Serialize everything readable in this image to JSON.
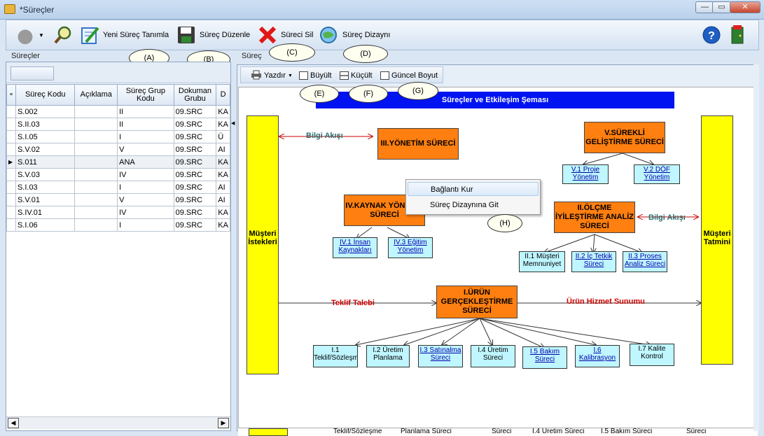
{
  "window": {
    "title": "*Süreçler"
  },
  "toolbar": {
    "new_process": "Yeni Süreç Tanımla",
    "edit_process": "Süreç Düzenle",
    "delete_process": "Süreci Sil",
    "design_process": "Süreç Dizaynı"
  },
  "callouts": [
    "(A)",
    "(B)",
    "(C)",
    "(D)",
    "(E)",
    "(F)",
    "(G)",
    "(H)"
  ],
  "left_panel": {
    "title": "Süreçler",
    "columns": [
      "Süreç Kodu",
      "Açıklama",
      "Süreç Grup Kodu",
      "Dokuman Grubu",
      "D"
    ],
    "rows": [
      [
        "S.002",
        "",
        "II",
        "09.SRC",
        "KA"
      ],
      [
        "S.II.03",
        "",
        "II",
        "09.SRC",
        "KA"
      ],
      [
        "S.I.05",
        "",
        "I",
        "09.SRC",
        "Ü"
      ],
      [
        "S.V.02",
        "",
        "V",
        "09.SRC",
        "AI"
      ],
      [
        "S.011",
        "",
        "ANA",
        "09.SRC",
        "KA"
      ],
      [
        "S.V.03",
        "",
        "IV",
        "09.SRC",
        "KA"
      ],
      [
        "S.I.03",
        "",
        "I",
        "09.SRC",
        "AI"
      ],
      [
        "S.V.01",
        "",
        "V",
        "09.SRC",
        "AI"
      ],
      [
        "S.IV.01",
        "",
        "IV",
        "09.SRC",
        "KA"
      ],
      [
        "S.I.06",
        "",
        "I",
        "09.SRC",
        "KA"
      ]
    ]
  },
  "right_panel": {
    "title": "Süreç",
    "print": "Yazdır",
    "zoom_in": "Büyült",
    "zoom_out": "Küçült",
    "actual_size": "Güncel Boyut"
  },
  "diagram": {
    "title": "Süreçler ve Etkileşim Şeması",
    "left_bar": "Müşteri İstekleri",
    "right_bar": "Müşteri Tatmini",
    "flow_info_left": "Bilgi Akışı",
    "flow_info_right": "Bilgi Akışı",
    "offer_request": "Teklif Talebi",
    "product_service": "Ürün Hizmet Sunumu",
    "management": "III.YÖNETİM SÜRECİ",
    "improvement": "V.SÜREKLİ GELİŞTİRME SÜRECİ",
    "improvement_children": [
      "V.1 Proje Yönetim",
      "V.2 DÖF Yönetim"
    ],
    "resource": "IV.KAYNAK YÖNETİM SÜRECİ",
    "resource_children": [
      "IV.1 İnsan Kaynakları",
      "IV.3 Eğitim Yönetim"
    ],
    "measurement": "II.ÖLÇME İYİLEŞTİRME ANALİZ SÜRECİ",
    "measurement_children": [
      "II.1 Müşteri Memnuniyet",
      "II.2 İç Tetkik Süreci",
      "II.3 Proses Analiz Süreci"
    ],
    "production": "I.ÜRÜN GERÇEKLEŞTİRME SÜRECİ",
    "production_children": [
      "I.1 Teklif/Sözleşme",
      "I.2 Üretim Planlama",
      "I.3 Satınalma Süreci",
      "I.4 Üretim Süreci",
      "I.5 Bakım Süreci",
      "I.6 Kalibrasyon",
      "I.7 Kalite Kontrol"
    ],
    "bottom_strip": [
      "Teklif/Sözleşme",
      "Planlama Süreci",
      "Süreci",
      "I.4 Üretim Süreci",
      "I.5 Bakım Süreci",
      "Süreci"
    ]
  },
  "context_menu": {
    "items": [
      "Bağlantı Kur",
      "Süreç Dizaynına  Git"
    ]
  },
  "colors": {
    "accent_blue": "#0013f0",
    "process_orange": "#ff7f10",
    "bar_yellow": "#ffff00",
    "child_cyan": "#bff6ff",
    "flow_red": "#cc0000",
    "flow_teal": "#2b6f6f"
  }
}
